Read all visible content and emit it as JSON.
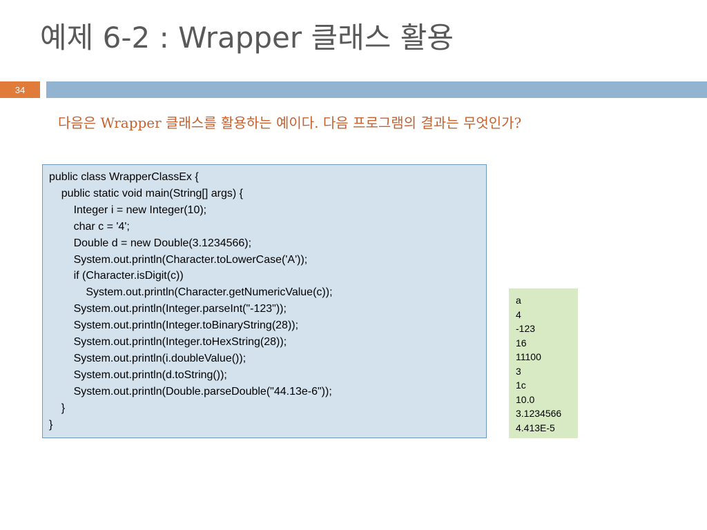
{
  "slide": {
    "title": "예제 6-2 : Wrapper 클래스 활용",
    "page_number": "34",
    "subtitle": "다음은 Wrapper 클래스를 활용하는 예이다. 다음 프로그램의 결과는 무엇인가?"
  },
  "code": {
    "lines": [
      "public class WrapperClassEx {",
      "    public static void main(String[] args) {",
      "        Integer i = new Integer(10);",
      "        char c = '4';",
      "        Double d = new Double(3.1234566);",
      "        System.out.println(Character.toLowerCase('A'));",
      "        if (Character.isDigit(c))",
      "            System.out.println(Character.getNumericValue(c));",
      "        System.out.println(Integer.parseInt(\"-123\"));",
      "        System.out.println(Integer.toBinaryString(28));",
      "        System.out.println(Integer.toHexString(28));",
      "        System.out.println(i.doubleValue());",
      "        System.out.println(d.toString());",
      "        System.out.println(Double.parseDouble(\"44.13e-6\"));",
      "    }",
      "}"
    ]
  },
  "output": {
    "lines": [
      "a",
      "4",
      "-123",
      "16",
      "11100",
      "3",
      "1c",
      "10.0",
      "3.1234566",
      "4.413E-5"
    ]
  },
  "colors": {
    "title_text": "#595959",
    "page_badge": "#e07b39",
    "header_bar": "#93b4d1",
    "subtitle_text": "#c8602e",
    "code_background": "#d4e2ee",
    "code_border": "#6e98c1",
    "output_background": "#d8eac4"
  }
}
